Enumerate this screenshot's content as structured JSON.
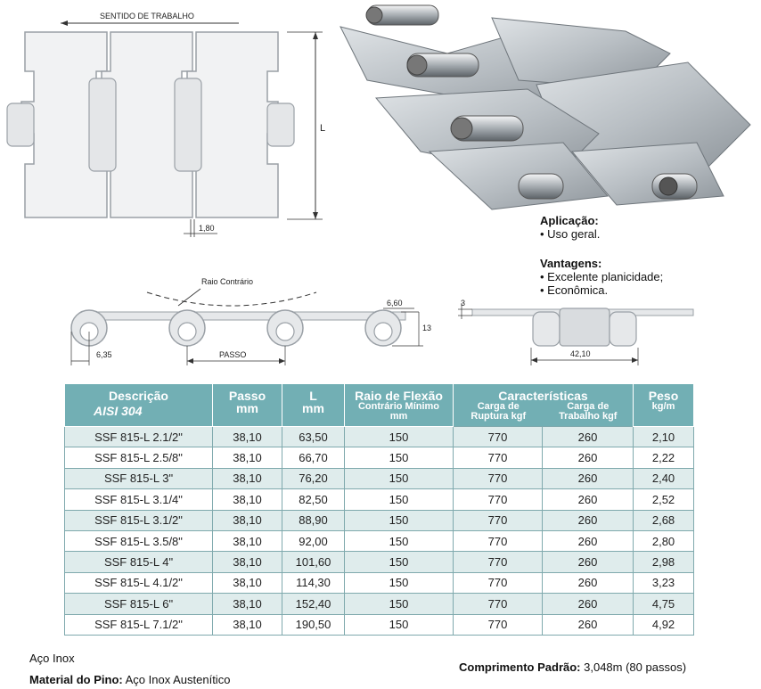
{
  "diagram": {
    "direction_label": "SENTIDO DE TRABALHO",
    "l_label": "L",
    "gap_label": "1,80",
    "radius_label": "Raio Contrário",
    "dim_660": "6,60",
    "dim_13": "13",
    "dim_635": "6,35",
    "passo_label": "PASSO",
    "dim_3": "3",
    "dim_4210": "42,10"
  },
  "info": {
    "application_title": "Aplicação:",
    "application_items": [
      "• Uso geral."
    ],
    "advantages_title": "Vantagens:",
    "advantages_items": [
      "• Excelente planicidade;",
      "• Econômica."
    ]
  },
  "table": {
    "headers": {
      "descricao": "Descrição",
      "aisi": "AISI 304",
      "passo": "Passo",
      "passo_unit": "mm",
      "l": "L",
      "l_unit": "mm",
      "raio": "Raio de Flexão",
      "raio_sub": "Contrário Mínimo",
      "raio_unit": "mm",
      "caracteristicas": "Características",
      "ruptura": "Carga de",
      "ruptura2": "Ruptura kgf",
      "trabalho": "Carga de",
      "trabalho2": "Trabalho kgf",
      "peso": "Peso",
      "peso_unit": "kg/m"
    },
    "rows": [
      [
        "SSF 815-L 2.1/2\"",
        "38,10",
        "63,50",
        "150",
        "770",
        "260",
        "2,10"
      ],
      [
        "SSF 815-L 2.5/8\"",
        "38,10",
        "66,70",
        "150",
        "770",
        "260",
        "2,22"
      ],
      [
        "SSF 815-L 3\"",
        "38,10",
        "76,20",
        "150",
        "770",
        "260",
        "2,40"
      ],
      [
        "SSF 815-L 3.1/4\"",
        "38,10",
        "82,50",
        "150",
        "770",
        "260",
        "2,52"
      ],
      [
        "SSF 815-L 3.1/2\"",
        "38,10",
        "88,90",
        "150",
        "770",
        "260",
        "2,68"
      ],
      [
        "SSF 815-L 3.5/8\"",
        "38,10",
        "92,00",
        "150",
        "770",
        "260",
        "2,80"
      ],
      [
        "SSF 815-L 4\"",
        "38,10",
        "101,60",
        "150",
        "770",
        "260",
        "2,98"
      ],
      [
        "SSF 815-L 4.1/2\"",
        "38,10",
        "114,30",
        "150",
        "770",
        "260",
        "3,23"
      ],
      [
        "SSF 815-L 6\"",
        "38,10",
        "152,40",
        "150",
        "770",
        "260",
        "4,75"
      ],
      [
        "SSF 815-L 7.1/2\"",
        "38,10",
        "190,50",
        "150",
        "770",
        "260",
        "4,92"
      ]
    ]
  },
  "footer": {
    "material": "Aço Inox",
    "pin_label": "Material do Pino:",
    "pin_value": " Aço Inox Austenítico",
    "length_label": "Comprimento Padrão:",
    "length_value": " 3,048m (80 passos)"
  }
}
